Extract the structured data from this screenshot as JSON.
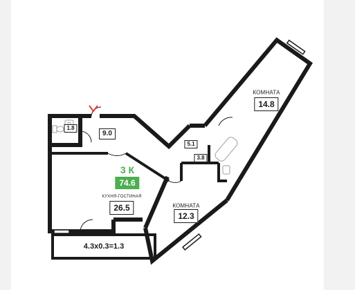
{
  "badge": {
    "rooms": "3 К",
    "total_area": "74.6"
  },
  "rooms": {
    "bedroom_top": {
      "name": "КОМНАТА",
      "area": "14.8"
    },
    "bedroom_bottom": {
      "name": "КОМНАТА",
      "area": "12.3"
    },
    "kitchen_living": {
      "name": "КУХНЯ-ГОСТИНАЯ",
      "area": "26.5"
    },
    "hall": {
      "area": "9.0"
    },
    "wc": {
      "area": "1.8"
    },
    "corridor": {
      "area": "5.1"
    },
    "bathroom": {
      "area": "3.8"
    }
  },
  "balcony": {
    "label": "4.3x0.3=1.3"
  },
  "colors": {
    "wall": "#1a1a1a",
    "accent": "#4caf50",
    "entrance": "#e53935",
    "fixture": "#9e9e9e"
  },
  "icons": {
    "entrance": "entrance-arrow-icon",
    "toilet": "toilet-icon",
    "sink": "sink-icon",
    "bathtub": "bathtub-icon"
  }
}
